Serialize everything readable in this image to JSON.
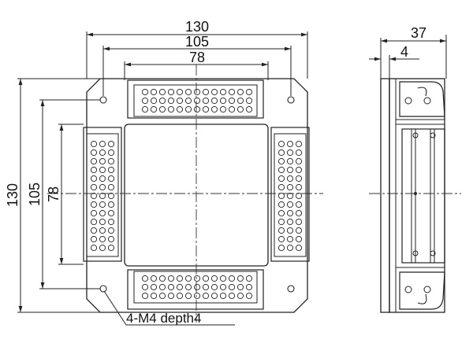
{
  "front_view": {
    "dimensions": {
      "width_overall": "130",
      "width_mid": "105",
      "width_inner": "78",
      "height_overall": "130",
      "height_mid": "105",
      "height_inner": "78"
    },
    "hole_label": "4-M4 depth4"
  },
  "side_view": {
    "dimensions": {
      "depth_overall": "37",
      "depth_step": "4"
    }
  },
  "led_array": {
    "columns": 13,
    "rows": 3
  }
}
